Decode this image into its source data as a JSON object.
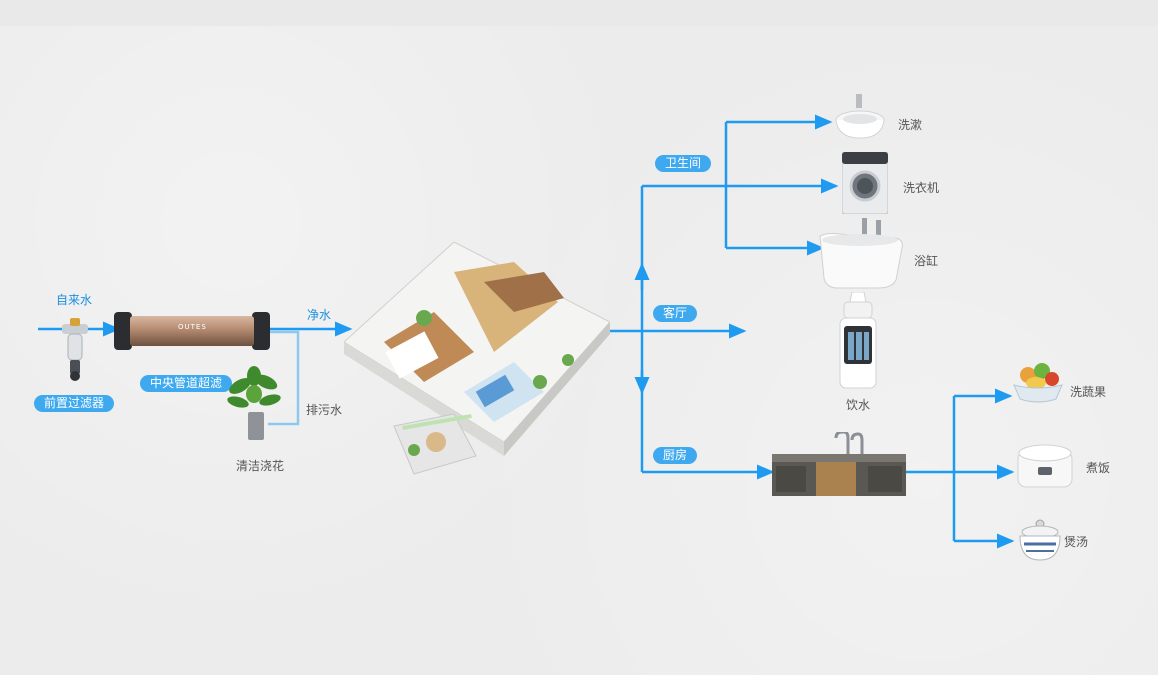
{
  "source": {
    "tap_water": "自来水",
    "pre_filter": "前置过滤器"
  },
  "central_filter": {
    "label": "中央管道超滤",
    "brand": "OUTES"
  },
  "outputs": {
    "pure_water": "净水",
    "waste_water": "排污水",
    "flowers": "清洁浇花"
  },
  "rooms": {
    "bathroom": "卫生间",
    "living_room": "客厅",
    "kitchen": "厨房"
  },
  "bathroom_uses": {
    "wash": "洗漱",
    "laundry": "洗衣机",
    "bathtub": "浴缸"
  },
  "living_uses": {
    "drink": "饮水"
  },
  "kitchen_uses": {
    "vegetables": "洗蔬果",
    "rice": "煮饭",
    "soup": "煲汤"
  },
  "colors": {
    "pipe": "#1e9bf0",
    "pill": "#3fa9ef",
    "label_blue": "#1a8fe0",
    "text": "#555555"
  }
}
